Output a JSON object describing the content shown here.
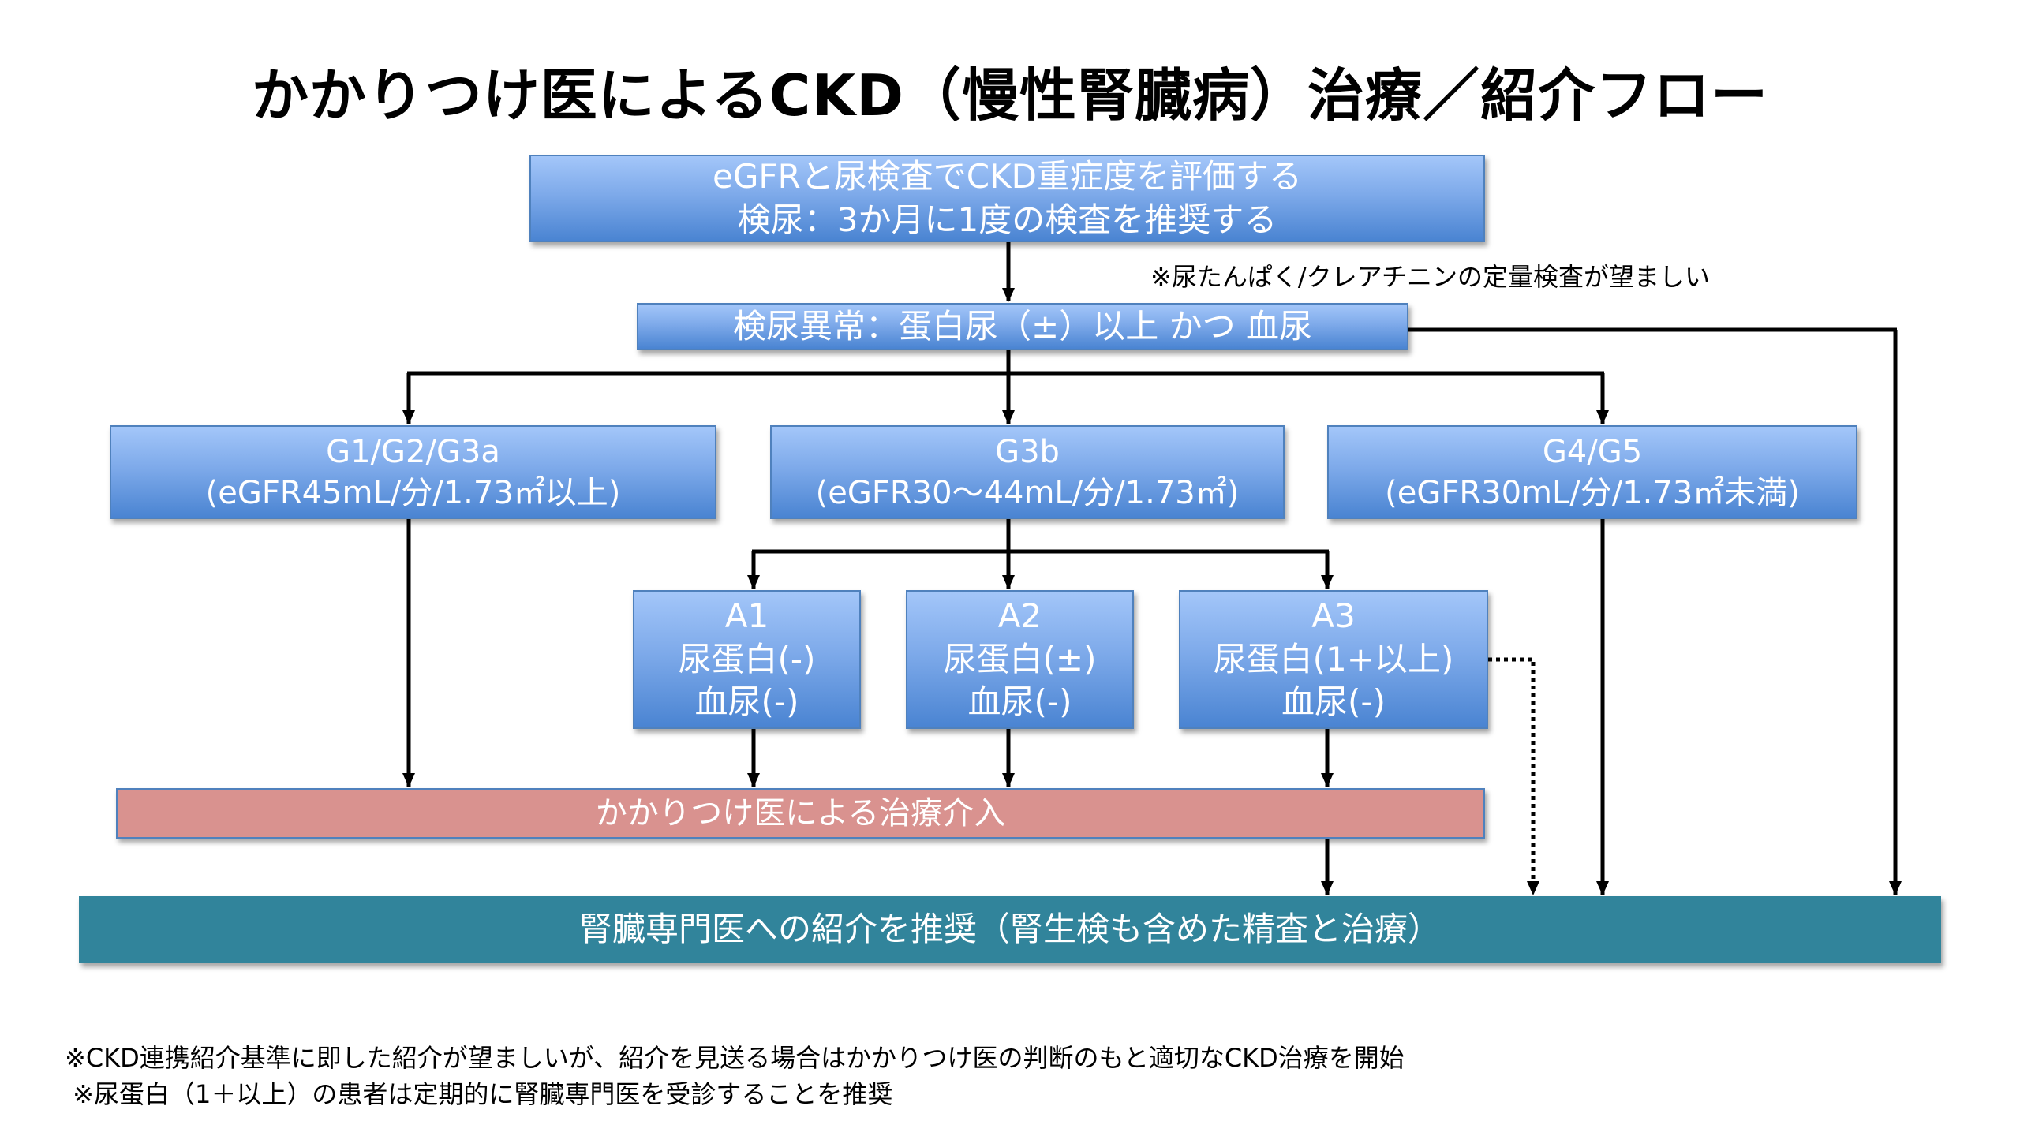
{
  "title": "かかりつけ医によるCKD（慢性腎臓病）治療／紹介フロー",
  "top_box": {
    "line1": "eGFRと尿検査でCKD重症度を評価する",
    "line2": "検尿：3か月に1度の検査を推奨する"
  },
  "side_note": "※尿たんぱく/クレアチニンの定量検査が望ましい",
  "abnormal_box": "検尿異常：蛋白尿（±）以上 かつ 血尿",
  "g_boxes": [
    {
      "stage": "G1/G2/G3a",
      "range": "(eGFR45mL/分/1.73㎡以上)"
    },
    {
      "stage": "G3b",
      "range": "(eGFR30～44mL/分/1.73㎡)"
    },
    {
      "stage": "G4/G5",
      "range": "(eGFR30mL/分/1.73㎡未満)"
    }
  ],
  "a_boxes": [
    {
      "stage": "A1",
      "protein": "尿蛋白(-)",
      "blood": "血尿(-)"
    },
    {
      "stage": "A2",
      "protein": "尿蛋白(±)",
      "blood": "血尿(-)"
    },
    {
      "stage": "A3",
      "protein": "尿蛋白(1+以上)",
      "blood": "血尿(-)"
    }
  ],
  "treatment_box": "かかりつけ医による治療介入",
  "referral_box": "腎臓専門医への紹介を推奨（腎生検も含めた精査と治療）",
  "footnotes": [
    "※CKD連携紹介基準に即した紹介が望ましいが、紹介を見送る場合はかかりつけ医の判断のもと適切なCKD治療を開始",
    " ※尿蛋白（1＋以上）の患者は定期的に腎臓専門医を受診することを推奨"
  ],
  "colors": {
    "blue_box": "#7eaaea",
    "treatment": "#d9928f",
    "referral": "#31849b",
    "border": "#4f81bd"
  }
}
